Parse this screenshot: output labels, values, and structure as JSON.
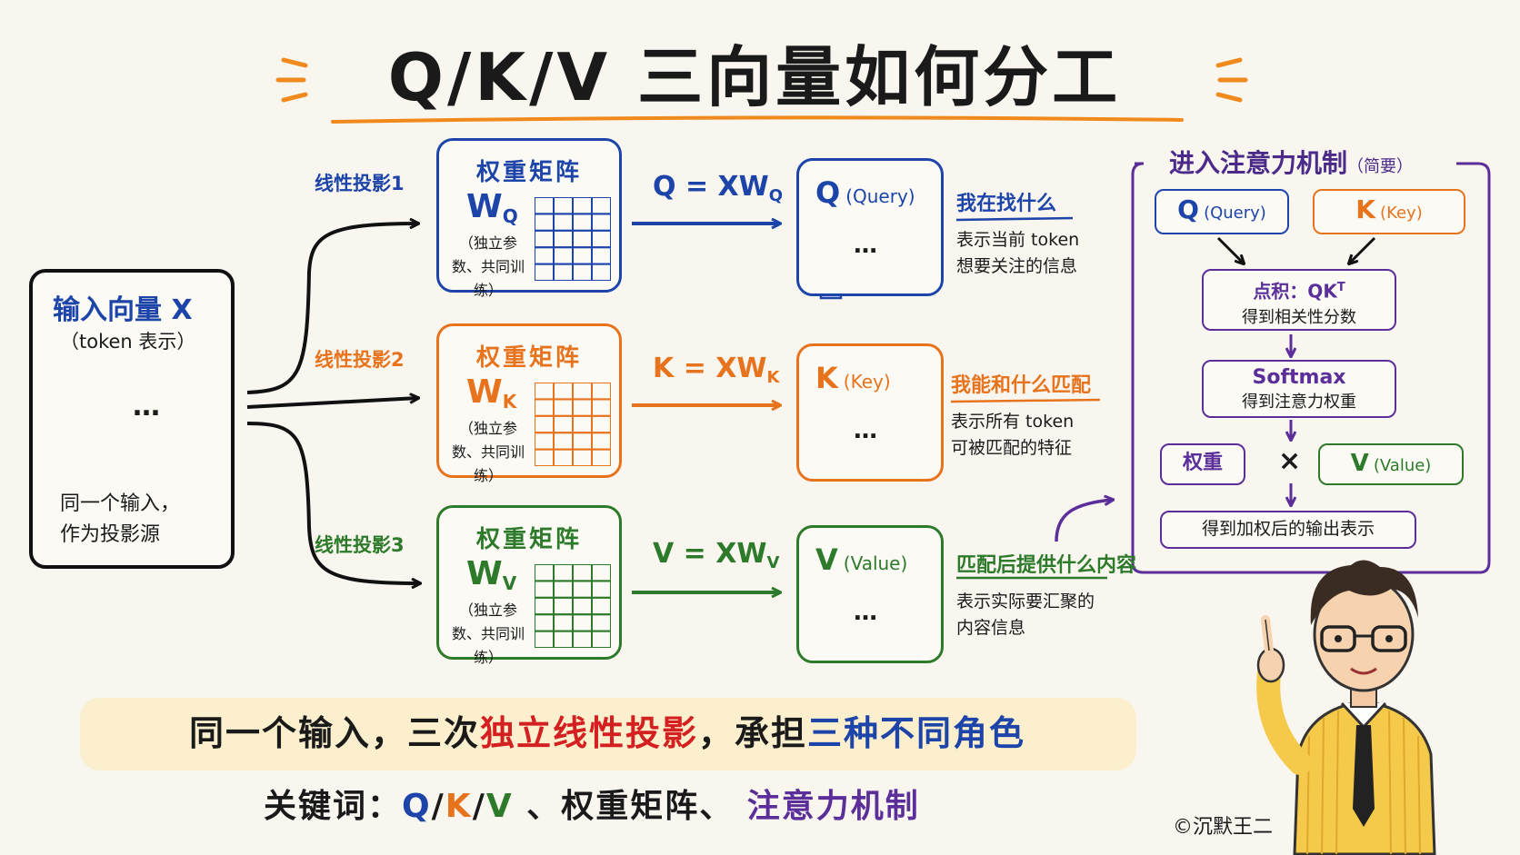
{
  "title": "Q/K/V 三向量如何分工",
  "colors": {
    "blue": "#1d44a8",
    "orange": "#e8731d",
    "green": "#2d7a2a",
    "purple": "#5b2e9a",
    "red": "#d42020"
  },
  "input": {
    "title": "输入向量 X",
    "subtitle": "（token 表示）",
    "dots": "…",
    "caption": "同一个输入，\n作为投影源"
  },
  "projections": [
    {
      "label": "线性投影1",
      "mat_title": "权重矩阵",
      "w": "W",
      "w_sub": "Q",
      "note": "（独立参数、共同训练）",
      "eq": "Q = XW",
      "eq_sub": "Q",
      "out_letter": "Q",
      "out_name": "(Query)",
      "dots": "…",
      "desc_head": "我在找什么",
      "desc_text": "表示当前 token\n想要关注的信息"
    },
    {
      "label": "线性投影2",
      "mat_title": "权重矩阵",
      "w": "W",
      "w_sub": "K",
      "note": "（独立参数、共同训练）",
      "eq": "K = XW",
      "eq_sub": "K",
      "out_letter": "K",
      "out_name": "(Key)",
      "dots": "…",
      "desc_head": "我能和什么匹配",
      "desc_text": "表示所有 token\n可被匹配的特征"
    },
    {
      "label": "线性投影3",
      "mat_title": "权重矩阵",
      "w": "W",
      "w_sub": "V",
      "note": "（独立参数、共同训练）",
      "eq": "V = XW",
      "eq_sub": "V",
      "out_letter": "V",
      "out_name": "(Value)",
      "dots": "…",
      "desc_head": "匹配后提供什么内容",
      "desc_text": "表示实际要汇聚的\n内容信息"
    }
  ],
  "attention": {
    "title": "进入注意力机制",
    "title_note": "（简要）",
    "q_box": {
      "letter": "Q",
      "name": "(Query)"
    },
    "k_box": {
      "letter": "K",
      "name": "(Key)"
    },
    "dot": {
      "line1": "点积：QK",
      "sup": "T",
      "line2": "得到相关性分数"
    },
    "softmax": {
      "line1": "Softmax",
      "line2": "得到注意力权重"
    },
    "weights": "权重",
    "times": "×",
    "v_box": {
      "letter": "V",
      "name": "(Value)"
    },
    "output": "得到加权后的输出表示"
  },
  "banner": {
    "part1": "同一个输入，三次",
    "part2": "独立线性投影",
    "part3": "，承担",
    "part4": "三种不同角色"
  },
  "keywords": {
    "prefix": "关键词：",
    "q": "Q",
    "s1": "/",
    "k": "K",
    "s2": "/",
    "v": "V",
    "mid": " 、权重矩阵、 ",
    "last": "注意力机制"
  },
  "copyright": "©沉默王二"
}
